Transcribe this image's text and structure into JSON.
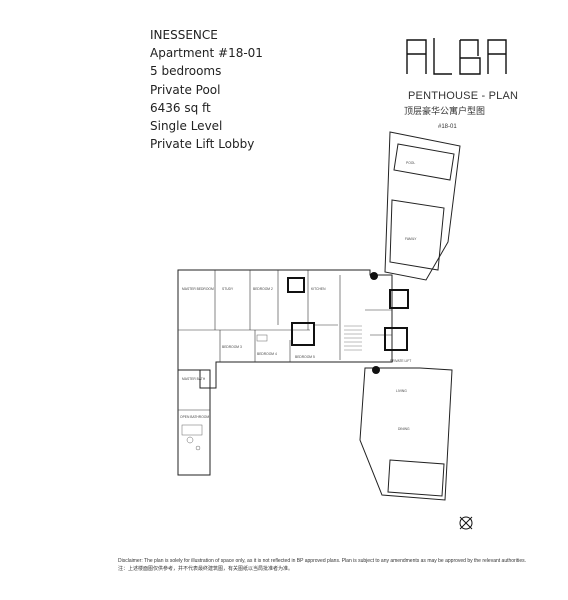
{
  "info": {
    "project": "INESSENCE",
    "apartment": "Apartment #18-01",
    "bedrooms": "5 bedrooms",
    "pool": "Private Pool",
    "area": "6436 sq ft",
    "level": "Single Level",
    "lift": "Private Lift Lobby"
  },
  "brand": {
    "logo_text": "ALBA",
    "subtitle": "PENTHOUSE - PLAN",
    "subtitle_cn": "顶层豪华公寓户型图",
    "unit": "#18-01"
  },
  "plan": {
    "rooms": {
      "pool": "POOL",
      "study": "STUDY",
      "bedroom_2": "BEDROOM 2",
      "bedroom_3": "BEDROOM 3",
      "bedroom_4": "BEDROOM 4",
      "bedroom_5": "BEDROOM 5",
      "master_bedroom": "MASTER BEDROOM",
      "family": "FAMILY",
      "kitchen": "KITCHEN",
      "dining": "DINING",
      "living": "LIVING",
      "private_lift": "PRIVATE LIFT",
      "master_bath": "MASTER BATH",
      "open_bathroom": "OPEN BATHROOM"
    }
  },
  "disclaimer": {
    "en": "Disclaimer: The plan is solely for illustration of space only, as it is not reflected in BP approved plans. Plan is subject to any amendments as may be approved by the relevant authorities.",
    "cn": "注：上述楼面图仅供参考，并不代表最终建筑图，有关图纸以当局批准者为准。"
  }
}
